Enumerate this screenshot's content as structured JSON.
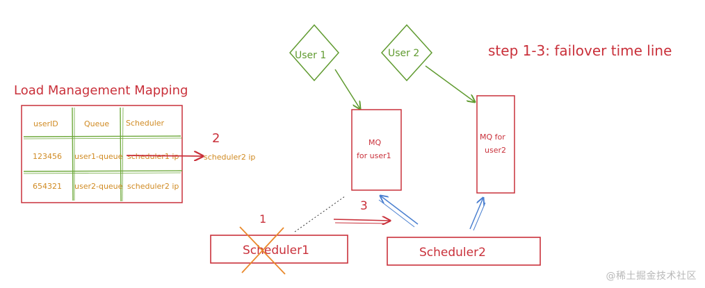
{
  "title": "step 1-3: failover time line",
  "mapping": {
    "heading": "Load Management Mapping",
    "columns": [
      "userID",
      "Queue",
      "Scheduler"
    ],
    "rows": [
      {
        "userID": "123456",
        "queue": "user1-queue",
        "scheduler": "scheduler1 ip"
      },
      {
        "userID": "654321",
        "queue": "user2-queue",
        "scheduler": "scheduler2 ip"
      }
    ],
    "updated_value": "scheduler2 ip"
  },
  "users": [
    {
      "label": "User 1"
    },
    {
      "label": "User 2"
    }
  ],
  "queues": [
    {
      "line1": "MQ",
      "line2": "for user1"
    },
    {
      "line1": "MQ for",
      "line2": "user2"
    }
  ],
  "schedulers": [
    {
      "label": "Scheduler1"
    },
    {
      "label": "Scheduler2"
    }
  ],
  "steps": {
    "step1": "1",
    "step2": "2",
    "step3": "3"
  },
  "watermark": "@稀土掘金技术社区",
  "colors": {
    "red": "#c9303a",
    "green": "#5f9a2f",
    "orange": "#e9892b",
    "blue": "#4a7fd0",
    "text_orange": "#d08a22"
  }
}
